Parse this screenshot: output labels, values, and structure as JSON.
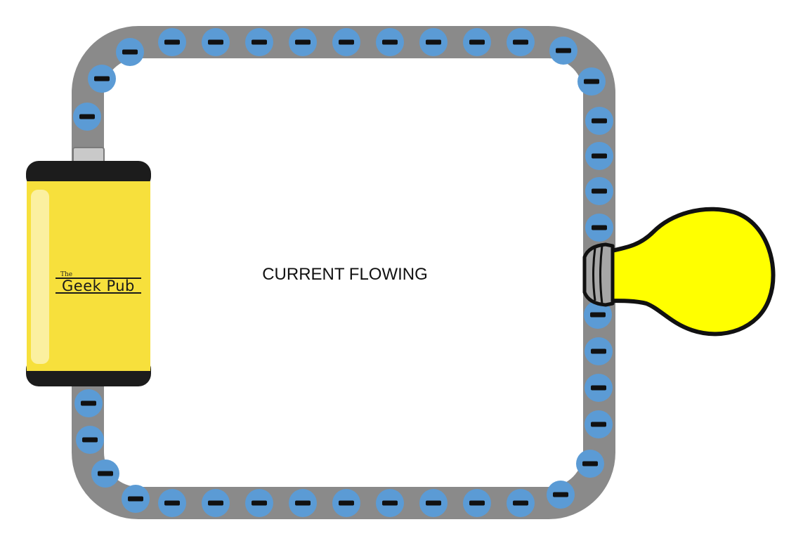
{
  "caption": "CURRENT FLOWING",
  "battery": {
    "brand_small": "The",
    "brand_main": "Geek Pub"
  },
  "components": [
    "battery",
    "wire-loop",
    "light-bulb",
    "electrons"
  ],
  "electron_symbol": "minus",
  "colors": {
    "wire": "#8a8a8a",
    "electron": "#5b9bd5",
    "electron_sign": "#111111",
    "battery_body": "#f7e03c",
    "battery_caps": "#1c1c1c",
    "bulb_glass": "#ffff00",
    "bulb_base": "#a6a6a6"
  }
}
